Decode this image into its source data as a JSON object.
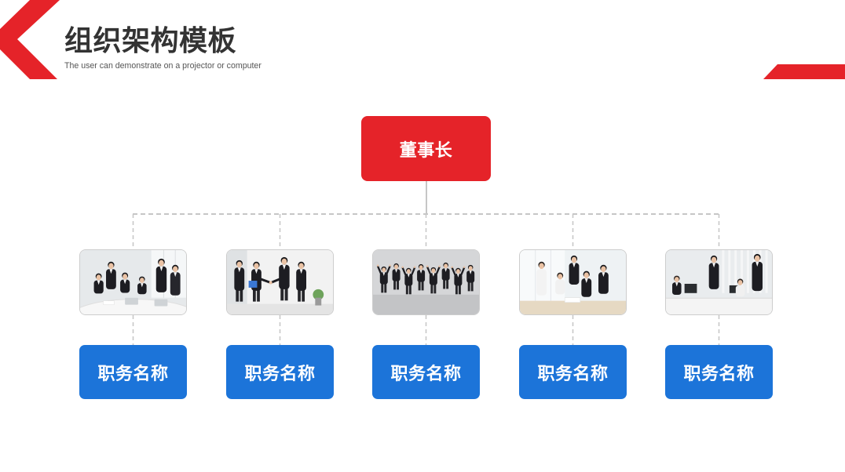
{
  "header": {
    "title": "组织架构模板",
    "subtitle": "The user can demonstrate on a projector or computer"
  },
  "org": {
    "root": {
      "label": "董事长"
    },
    "positions": [
      {
        "label": "职务名称",
        "photo_icon": "team-photo"
      },
      {
        "label": "职务名称",
        "photo_icon": "team-photo"
      },
      {
        "label": "职务名称",
        "photo_icon": "team-photo"
      },
      {
        "label": "职务名称",
        "photo_icon": "team-photo"
      },
      {
        "label": "职务名称",
        "photo_icon": "team-photo"
      }
    ]
  },
  "colors": {
    "accent_red": "#e52329",
    "accent_blue": "#1c74d9",
    "connector": "#c6c6c6",
    "title": "#333333"
  }
}
